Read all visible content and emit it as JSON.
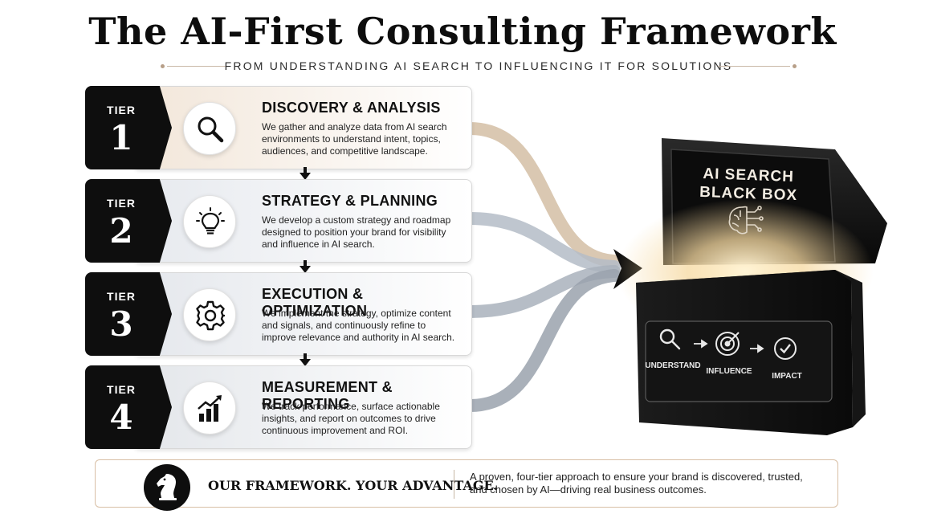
{
  "header": {
    "title": "The AI-First Consulting Framework",
    "subtitle": "FROM UNDERSTANDING AI SEARCH TO INFLUENCING IT FOR SOLUTIONS"
  },
  "tiers": [
    {
      "tier_label": "TIER",
      "number": "1",
      "title": "DISCOVERY & ANALYSIS",
      "description": "We gather and analyze data from AI search environments to understand intent, topics, audiences, and competitive landscape.",
      "icon": "magnifier-icon",
      "tint": "#f2e6d9"
    },
    {
      "tier_label": "TIER",
      "number": "2",
      "title": "STRATEGY & PLANNING",
      "description": "We develop a custom strategy and roadmap designed to position your brand for visibility and influence in AI search.",
      "icon": "lightbulb-icon",
      "tint": "#e6e9ee"
    },
    {
      "tier_label": "TIER",
      "number": "3",
      "title": "EXECUTION & OPTIMIZATION",
      "description": "We implement the strategy, optimize content and signals, and continuously refine to improve relevance and authority in AI search.",
      "icon": "gear-icon",
      "tint": "#e4e7ec"
    },
    {
      "tier_label": "TIER",
      "number": "4",
      "title": "MEASUREMENT & REPORTING",
      "description": "We track performance, surface actionable insights, and report on outcomes to drive continuous improvement and ROI.",
      "icon": "growth-chart-icon",
      "tint": "#e3e6ea"
    }
  ],
  "black_box": {
    "line1": "AI SEARCH",
    "line2": "BLACK BOX",
    "steps": [
      "UNDERSTAND",
      "INFLUENCE",
      "IMPACT"
    ],
    "icons": [
      "brain-circuit-icon",
      "magnifier-icon",
      "target-icon",
      "check-circle-icon"
    ]
  },
  "footer": {
    "headline": "OUR FRAMEWORK. YOUR ADVANTAGE.",
    "text": "A proven, four-tier approach to ensure your brand is discovered, trusted, and chosen by AI—driving real business outcomes.",
    "icon": "chess-knight-icon"
  },
  "colors": {
    "ink": "#0e0e0e",
    "accent_beige": "#d9c4ab",
    "flow_beige": "#d6c2aa",
    "flow_grey": "#a9b1bc",
    "glow": "#f6d9a0"
  }
}
